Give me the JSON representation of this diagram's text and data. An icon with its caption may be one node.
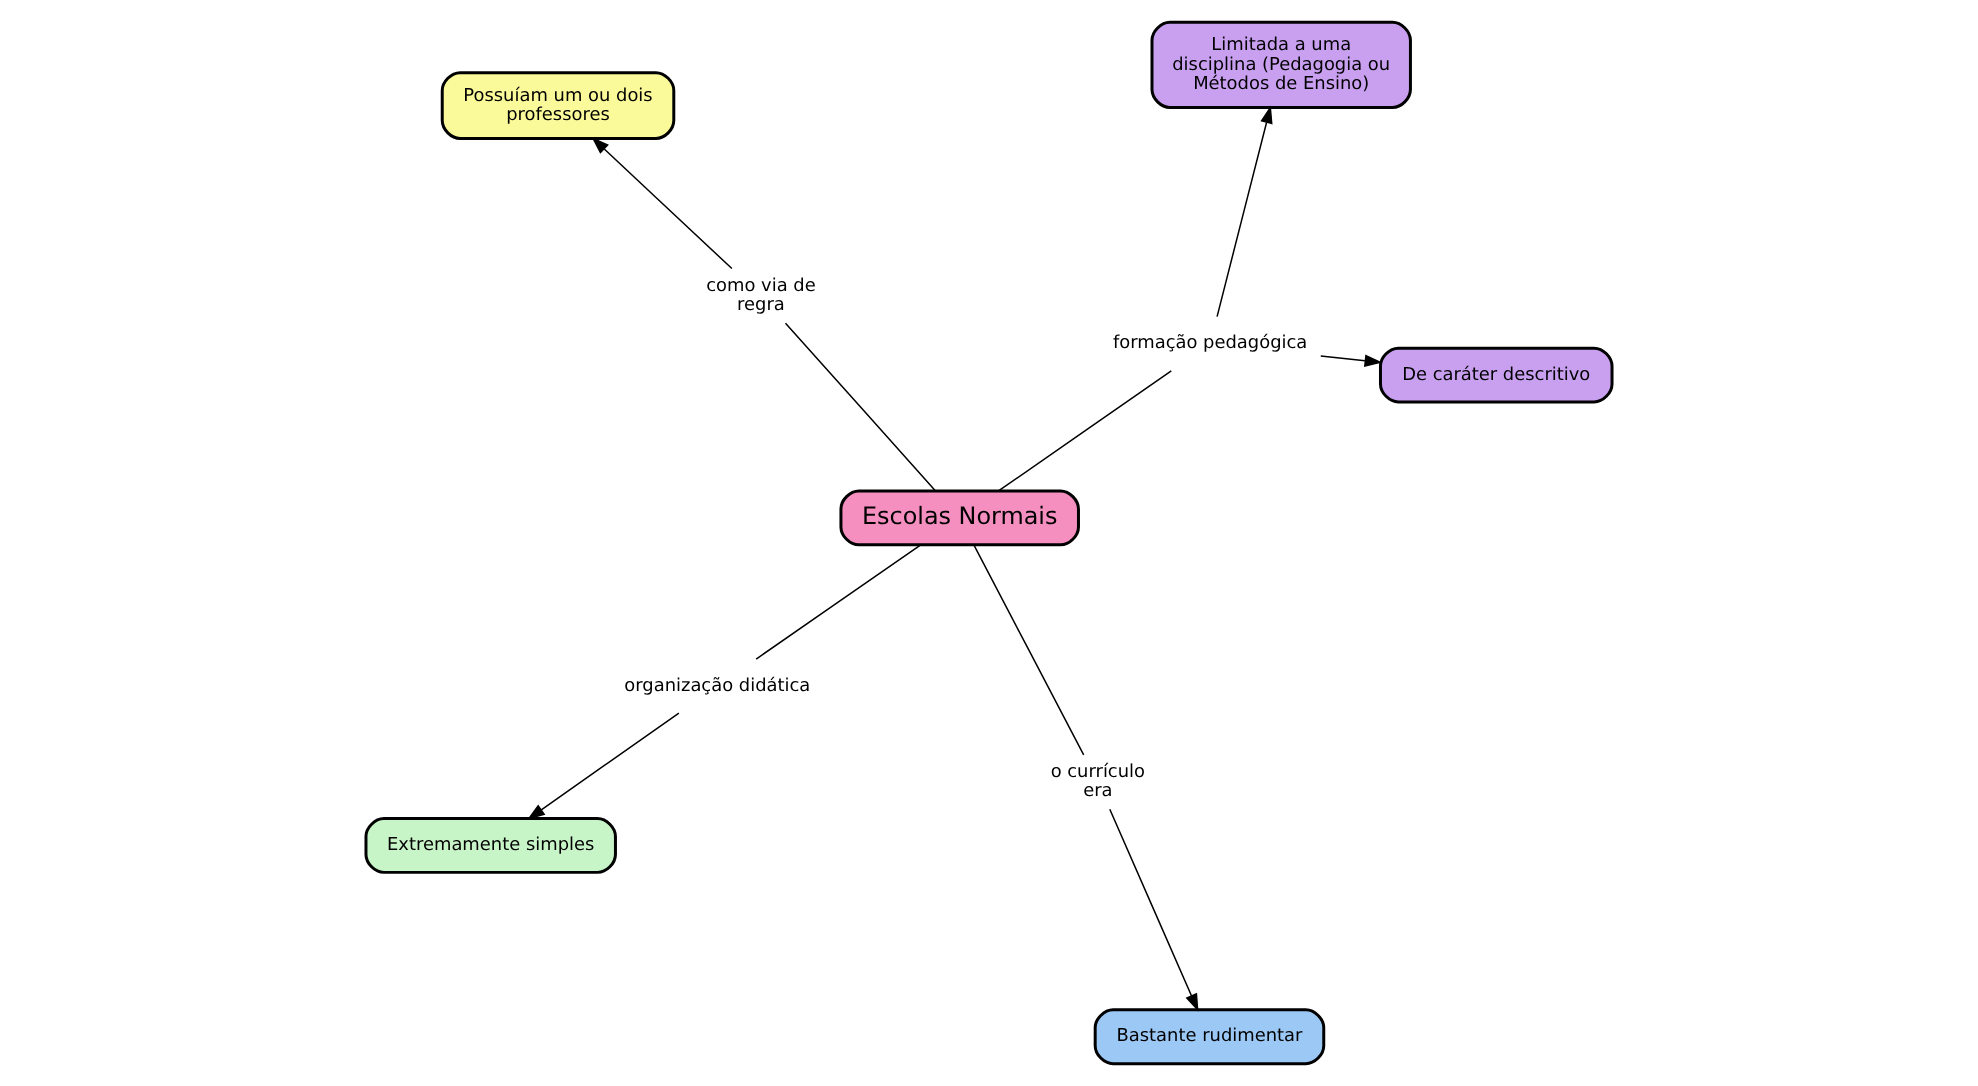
{
  "diagram": {
    "nodes": [
      {
        "text": [
          "Escolas Normais"
        ]
      },
      {
        "text": [
          "Limitada a uma disciplina (Pedagogia ou Métodos de Ensino)"
        ]
      },
      {
        "text": [
          "Extremamente simples"
        ]
      },
      {
        "text": [
          "organização didática"
        ]
      },
      {
        "text": [
          "formação pedagógica"
        ]
      },
      {
        "text": [
          "como via de regra"
        ]
      },
      {
        "text": [
          "Possuíam um ou dois professores"
        ]
      },
      {
        "text": [
          "De caráter descritivo"
        ]
      },
      {
        "text": [
          "o currículo era"
        ]
      },
      {
        "text": [
          "Bastante rudimentar"
        ]
      }
    ],
    "edges": [
      {
        "from": 0,
        "to": 3,
        "arrow": "none"
      },
      {
        "from": 3,
        "to": 2,
        "arrow": "to"
      },
      {
        "from": 0,
        "to": 4,
        "arrow": "none"
      },
      {
        "from": 4,
        "to": 1,
        "arrow": "to"
      },
      {
        "from": 4,
        "to": 7,
        "arrow": "to"
      },
      {
        "from": 0,
        "to": 5,
        "arrow": "none"
      },
      {
        "from": 5,
        "to": 6,
        "arrow": "to"
      },
      {
        "from": 0,
        "to": 8,
        "arrow": "none"
      },
      {
        "from": 8,
        "to": 9,
        "arrow": "to"
      }
    ]
  }
}
